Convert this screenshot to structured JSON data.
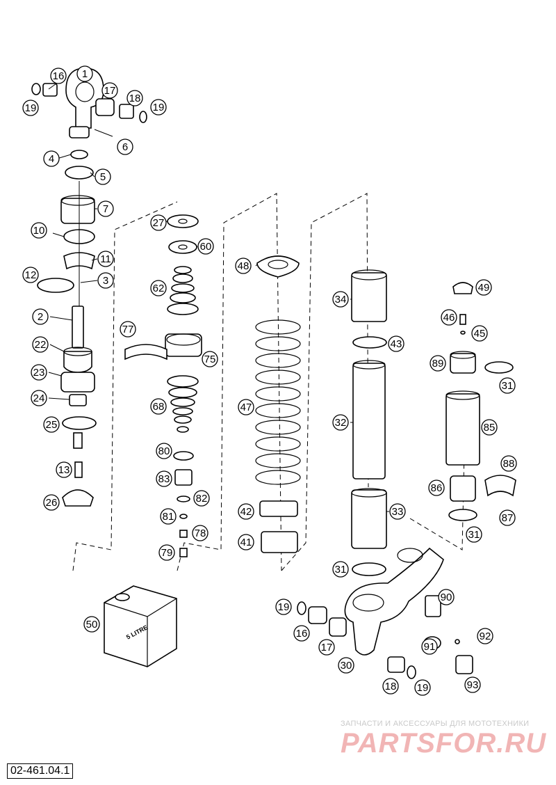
{
  "diagram": {
    "reference_number": "02-461.04.1",
    "watermark": {
      "tagline": "ЗАПЧАСТИ И АКСЕССУАРЫ ДЛЯ МОТОТЕХНИКИ",
      "logo_text": "PARTSFOR.RU"
    },
    "can_label": "5 LITRE",
    "callouts": [
      "16",
      "1",
      "17",
      "18",
      "19",
      "19",
      "6",
      "4",
      "5",
      "7",
      "10",
      "11",
      "12",
      "3",
      "2",
      "22",
      "23",
      "24",
      "25",
      "13",
      "26",
      "27",
      "60",
      "62",
      "75",
      "77",
      "68",
      "80",
      "83",
      "82",
      "81",
      "78",
      "79",
      "48",
      "47",
      "42",
      "41",
      "34",
      "43",
      "32",
      "33",
      "31",
      "49",
      "46",
      "45",
      "89",
      "31",
      "85",
      "88",
      "86",
      "87",
      "31",
      "90",
      "19",
      "16",
      "17",
      "30",
      "18",
      "19",
      "91",
      "92",
      "93",
      "50"
    ]
  }
}
